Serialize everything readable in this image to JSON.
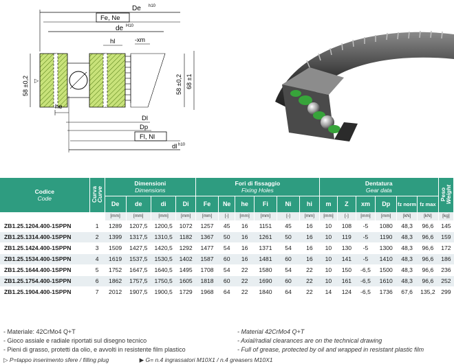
{
  "drawing": {
    "labels": {
      "De": "De",
      "De_sup": "h10",
      "FeNe": "Fe, Ne",
      "de": "de",
      "de_sup": "H10",
      "hl": "hl",
      "xm": "-xm",
      "h58_left": "58 ±0,2",
      "h58_right": "58 ±0,2",
      "h68": "68 ±1",
      "he": "he",
      "Dl": "Dl",
      "Dp": "Dp",
      "FlNl": "Fl, Nl",
      "dl": "dl",
      "dl_sup": "h10",
      "plug": "▷"
    }
  },
  "colors": {
    "header": "#2e9c80",
    "stripe": "#e8eef1",
    "hatch": "#9acd32"
  },
  "table": {
    "code_header": {
      "it": "Codice",
      "en": "Code"
    },
    "curve_header": {
      "it": "Curva",
      "en": "Curve"
    },
    "weight_header": {
      "it": "Peso",
      "en": "Weight"
    },
    "groups": [
      {
        "it": "Dimensioni",
        "en": "Dimensions"
      },
      {
        "it": "Fori di fissaggio",
        "en": "Fixing Holes"
      },
      {
        "it": "Dentatura",
        "en": "Gear data"
      }
    ],
    "columns": [
      "De",
      "de",
      "di",
      "Di",
      "Fe",
      "Ne",
      "he",
      "Fi",
      "Ni",
      "hi",
      "m",
      "Z",
      "xm",
      "Dp",
      "fz norm",
      "fz max"
    ],
    "units": [
      "[mm]",
      "[mm]",
      "[mm]",
      "[mm]",
      "[mm]",
      "[-]",
      "[mm]",
      "[mm]",
      "[-]",
      "[mm]",
      "[mm]",
      "[-]",
      "[mm]",
      "[mm]",
      "[kN]",
      "[kN]",
      "[kg]"
    ],
    "rows": [
      {
        "code": "ZB1.25.1204.400-1SPPN",
        "curve": "1",
        "vals": [
          "1289",
          "1207,5",
          "1200,5",
          "1072",
          "1257",
          "45",
          "16",
          "1151",
          "45",
          "16",
          "10",
          "108",
          "-5",
          "1080",
          "48,3",
          "96,6",
          "145"
        ]
      },
      {
        "code": "ZB1.25.1314.400-1SPPN",
        "curve": "2",
        "vals": [
          "1399",
          "1317,5",
          "1310,5",
          "1182",
          "1367",
          "50",
          "16",
          "1261",
          "50",
          "16",
          "10",
          "119",
          "-5",
          "1190",
          "48,3",
          "96,6",
          "159"
        ]
      },
      {
        "code": "ZB1.25.1424.400-1SPPN",
        "curve": "3",
        "vals": [
          "1509",
          "1427,5",
          "1420,5",
          "1292",
          "1477",
          "54",
          "16",
          "1371",
          "54",
          "16",
          "10",
          "130",
          "-5",
          "1300",
          "48,3",
          "96,6",
          "172"
        ]
      },
      {
        "code": "ZB1.25.1534.400-1SPPN",
        "curve": "4",
        "vals": [
          "1619",
          "1537,5",
          "1530,5",
          "1402",
          "1587",
          "60",
          "16",
          "1481",
          "60",
          "16",
          "10",
          "141",
          "-5",
          "1410",
          "48,3",
          "96,6",
          "186"
        ]
      },
      {
        "code": "ZB1.25.1644.400-1SPPN",
        "curve": "5",
        "vals": [
          "1752",
          "1647,5",
          "1640,5",
          "1495",
          "1708",
          "54",
          "22",
          "1580",
          "54",
          "22",
          "10",
          "150",
          "-6,5",
          "1500",
          "48,3",
          "96,6",
          "236"
        ]
      },
      {
        "code": "ZB1.25.1754.400-1SPPN",
        "curve": "6",
        "vals": [
          "1862",
          "1757,5",
          "1750,5",
          "1605",
          "1818",
          "60",
          "22",
          "1690",
          "60",
          "22",
          "10",
          "161",
          "-6,5",
          "1610",
          "48,3",
          "96,6",
          "252"
        ]
      },
      {
        "code": "ZB1.25.1904.400-1SPPN",
        "curve": "7",
        "vals": [
          "2012",
          "1907,5",
          "1900,5",
          "1729",
          "1968",
          "64",
          "22",
          "1840",
          "64",
          "22",
          "14",
          "124",
          "-6,5",
          "1736",
          "67,6",
          "135,2",
          "299"
        ]
      }
    ]
  },
  "notes": {
    "it": [
      "- Materiale: 42CrMo4 Q+T",
      "- Gioco assiale e radiale riportati sul disegno tecnico",
      "- Pieni di grasso, protetti da olio, e avvolti in resistente film plastico"
    ],
    "en": [
      "- Material 42CrMo4 Q+T",
      "- Axial/radial clearances are on the technical drawing",
      "- Full of grease, protected by oil and wrapped in resistant plastic film"
    ],
    "plug_note": "▷ P=tappo  inserimento sfere / filling plug",
    "greaser_note": "▶ G= n.4 ingrassatori M10X1  / n.4 greasers M10X1"
  }
}
